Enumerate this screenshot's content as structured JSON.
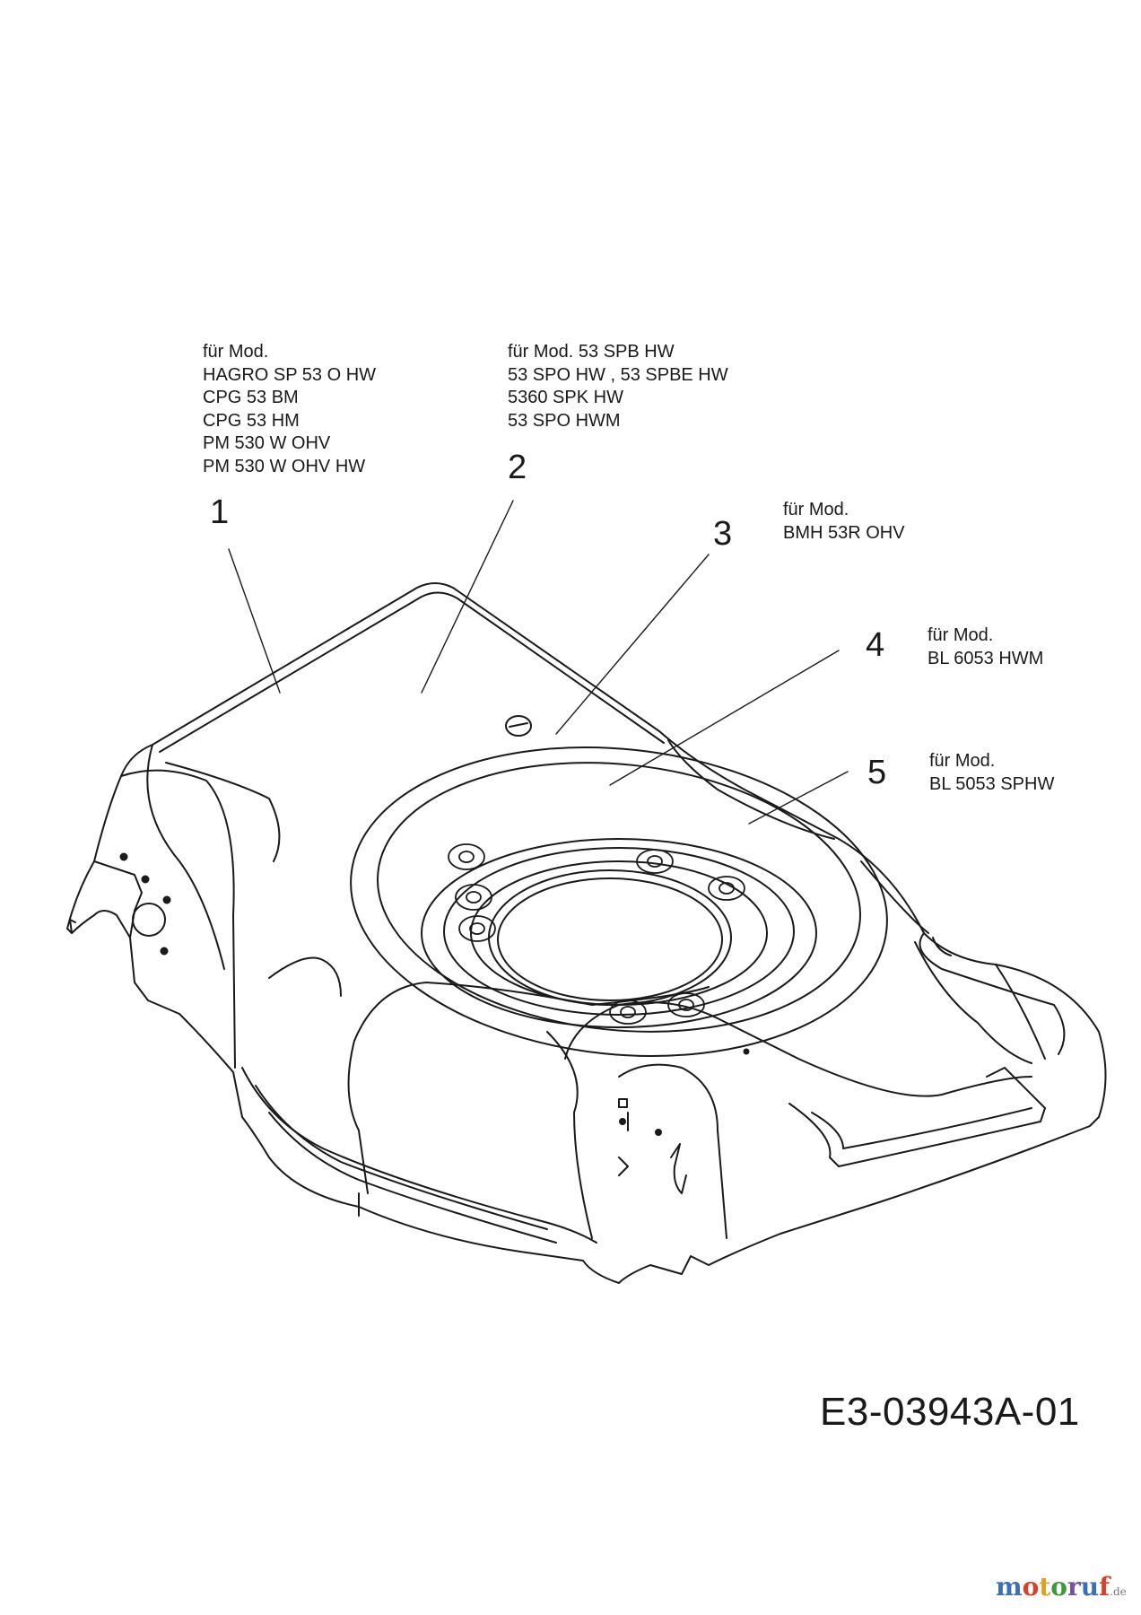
{
  "callouts": [
    {
      "number": "1",
      "text": "für Mod.\nHAGRO SP 53 O HW\nCPG 53 BM\nCPG 53 HM\nPM 530 W OHV\nPM 530 W OHV HW"
    },
    {
      "number": "2",
      "text": "für Mod.  53 SPB HW\n53 SPO HW , 53 SPBE HW\n5360 SPK HW\n53 SPO HWM"
    },
    {
      "number": "3",
      "text": "für Mod.\nBMH 53R OHV"
    },
    {
      "number": "4",
      "text": "für Mod.\nBL 6053 HWM"
    },
    {
      "number": "5",
      "text": "für Mod.\nBL 5053 SPHW"
    }
  ],
  "drawing_id": "E3-03943A-01",
  "watermark": {
    "main": "motoruf",
    "suffix": ".de",
    "colors": [
      "#3b6fb6",
      "#d9402b",
      "#e0a21c",
      "#3b9a3b",
      "#7a4fa0"
    ]
  },
  "colors": {
    "line": "#1a1a1a",
    "background": "#ffffff"
  }
}
